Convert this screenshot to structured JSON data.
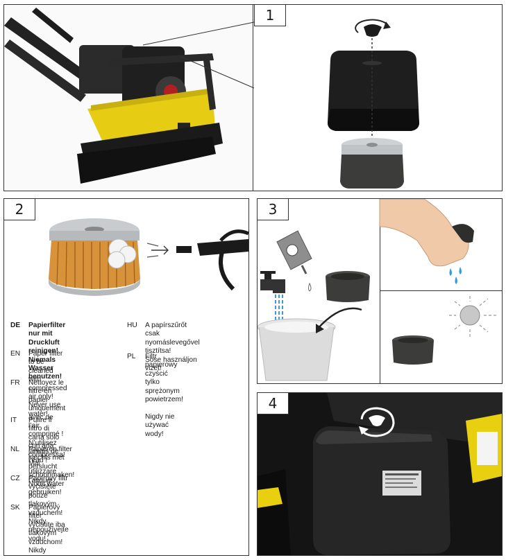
{
  "steps": {
    "step1": "1",
    "step2": "2",
    "step3": "3",
    "step4": "4"
  },
  "instructions_left": [
    {
      "code": "DE",
      "text": "Papierfilter nur mit\nDruckluft reinigen!\nNiemals Wasser benutzen!",
      "bold": true
    },
    {
      "code": "EN",
      "text": "Paper filter to be cleaned\nwith compressed air only!\nNever use water!"
    },
    {
      "code": "FR",
      "text": "Nettoyez le filtre en papier\nuniquement avec de l’air\ncomprimé !\nN’utilisez jamais de l’eau !"
    },
    {
      "code": "IT",
      "text": "Pulire il filtro di carta solo\ncon aria compressa!\nMai utilizzare l’acqua!"
    },
    {
      "code": "NL",
      "text": "Papieren filter slechts met\nperslucht schoonmaken!\nNooit water gebruiken!"
    },
    {
      "code": "CZ",
      "text": "Papírový filtr vyčistěte\npouze tlakovým vzduchem!\nNikdy nepoužívejte vodu!"
    },
    {
      "code": "SK",
      "text": "Papierový filter vyčistite iba\ntlakovým vzduchom!\nNikdy nepoužívajte vodu!"
    }
  ],
  "instructions_right": [
    {
      "code": "HU",
      "text": "A papírszűrőt csak\nnyomáslevegővel tisztítsa!\nSose használjon vizet!"
    },
    {
      "code": "PL",
      "text": "Filtr papierowy czyścić tylko\nsprężonym powietrzem!\n\nNigdy nie używać wody!"
    }
  ],
  "colors": {
    "machine_yellow": "#e8d010",
    "black": "#1c1c1c",
    "water_blue": "#3a9ad6",
    "foam_dark": "#3c3c3a",
    "paper_orange": "#d8923a"
  },
  "icons": [
    "rotate-arrow-icon",
    "compressed-air-icon",
    "water-tap-icon",
    "dripping-bottle-icon",
    "sun-dry-icon"
  ]
}
